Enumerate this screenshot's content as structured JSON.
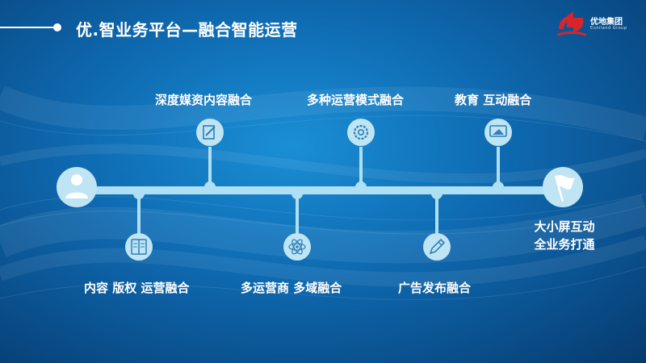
{
  "title": "优.智业务平台—融合智能运营",
  "logo": {
    "name": "优地集团",
    "subtitle": "Euniland Group",
    "color": "#d7252b"
  },
  "colors": {
    "accent": "#a9dcf0",
    "line": "#aedff2",
    "icon_fill": "#bfe4f4"
  },
  "milestones_top": [
    {
      "label": "深度媒资内容融合",
      "icon": "edit-document-icon"
    },
    {
      "label": "多种运营模式融合",
      "icon": "gear-icon"
    },
    {
      "label": "教育 互动融合",
      "icon": "screen-icon"
    }
  ],
  "milestones_bottom": [
    {
      "label": "内容 版权 运营融合",
      "icon": "book-icon"
    },
    {
      "label": "多运营商 多域融合",
      "icon": "atom-icon"
    },
    {
      "label": "广告发布融合",
      "icon": "pencil-icon"
    }
  ],
  "start_icon": "user-icon",
  "end": {
    "icon": "flag-icon",
    "line1": "大小屏互动",
    "line2": "全业务打通"
  }
}
